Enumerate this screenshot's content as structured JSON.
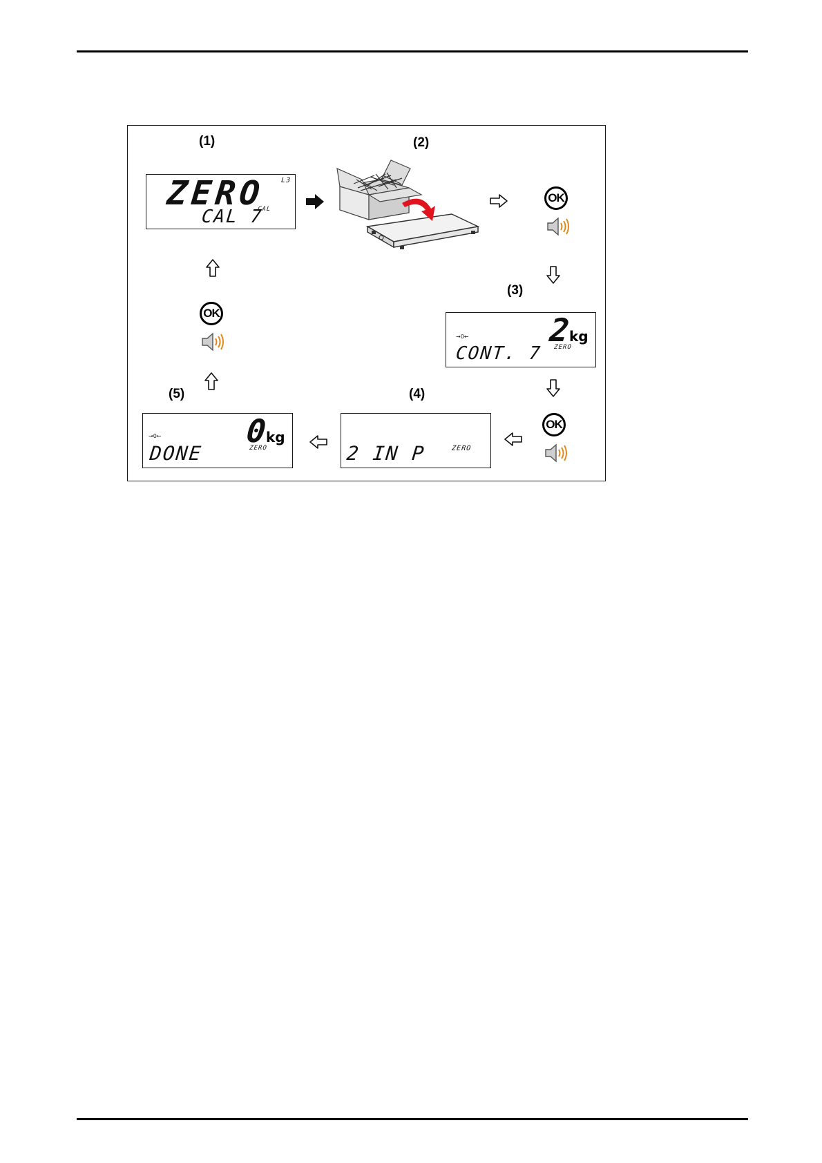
{
  "steps": {
    "s1": "(1)",
    "s2": "(2)",
    "s3": "(3)",
    "s4": "(4)",
    "s5": "(5)"
  },
  "display1": {
    "line1": "ZERO",
    "line2": "CAL  7",
    "corner": "L3",
    "annun": "CAL"
  },
  "display3": {
    "weight": "2",
    "unit": "kg",
    "line2": "CONT. 7",
    "annun": "ZERO",
    "stable": "→0←"
  },
  "display4": {
    "line2": "2  IN  P",
    "annun": "ZERO"
  },
  "display5": {
    "weight": "0",
    "unit": "kg",
    "line2": "DONE",
    "annun": "ZERO",
    "stable": "→0←"
  },
  "ok_label": "OK",
  "icons": {
    "ok": "ok-button-icon",
    "beep": "speaker-beep-icon",
    "arrow": "outline-arrow-icon",
    "solid_arrow": "solid-arrow-icon",
    "box": "weighted-box-icon",
    "scale": "scale-platform-icon"
  },
  "colors": {
    "beep": "#e08a1e",
    "red_arrow": "#e0141e",
    "frame": "#1a1a1a"
  }
}
